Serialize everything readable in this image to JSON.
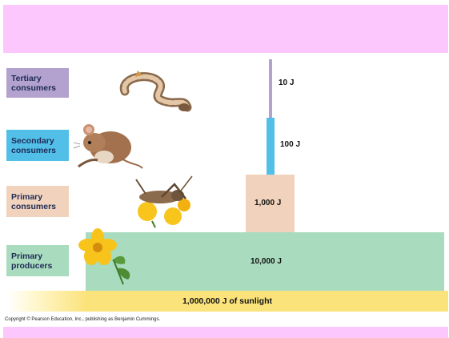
{
  "levels": [
    {
      "label": "Tertiary consumers",
      "energy": "10 J"
    },
    {
      "label": "Secondary consumers",
      "energy": "100 J"
    },
    {
      "label": "Primary consumers",
      "energy": "1,000 J"
    },
    {
      "label": "Primary producers",
      "energy": "10,000 J"
    }
  ],
  "sunlight": "1,000,000 J of sunlight",
  "copyright": "Copyright © Pearson Education, Inc., publishing as Benjamin Cummings.",
  "colors": {
    "pink_band": "#fcc7fc",
    "tertiary": "#b3a2cf",
    "secondary": "#52bfe8",
    "primary": "#f1d3bd",
    "producers": "#a9dbbe",
    "sunlight": "#fbe37c"
  },
  "illustrations": [
    "snake-icon",
    "mouse-icon",
    "grasshopper-icon",
    "flower-icon"
  ]
}
